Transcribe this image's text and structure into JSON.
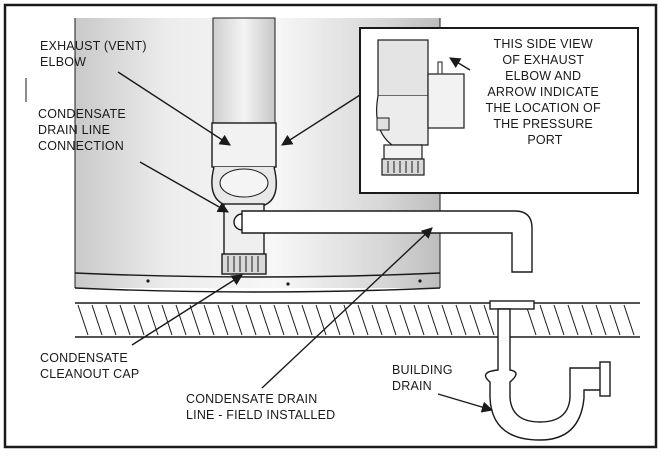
{
  "labels": {
    "exhaust_elbow": [
      "EXHAUST (VENT)",
      "ELBOW"
    ],
    "drain_connection": [
      "CONDENSATE",
      "DRAIN LINE",
      "CONNECTION"
    ],
    "inset_note": [
      "THIS SIDE VIEW",
      "OF EXHAUST",
      "ELBOW AND",
      "ARROW INDICATE",
      "THE LOCATION OF",
      "THE PRESSURE",
      "PORT"
    ],
    "cleanout_cap": [
      "CONDENSATE",
      "CLEANOUT CAP"
    ],
    "drain_line": [
      "CONDENSATE DRAIN",
      "LINE - FIELD INSTALLED"
    ],
    "building_drain": [
      "BUILDING",
      "DRAIN"
    ]
  }
}
